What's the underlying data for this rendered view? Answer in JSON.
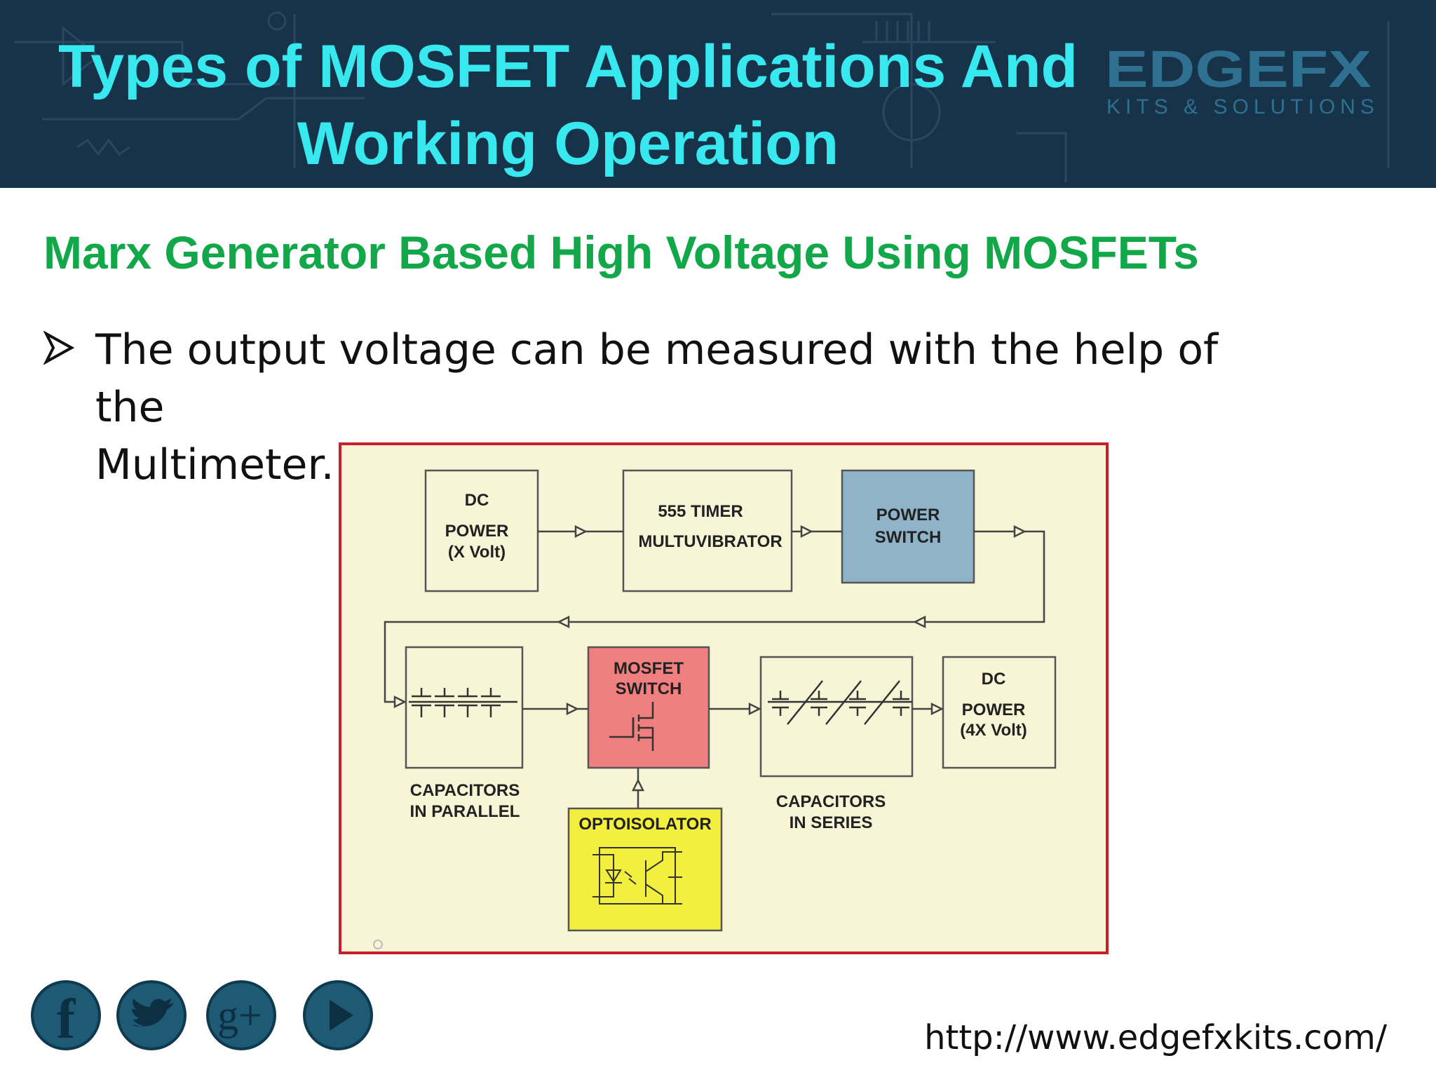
{
  "header": {
    "title_line1": "Types of MOSFET Applications And",
    "title_line2": "Working Operation",
    "logo_main": "EDGEFX",
    "logo_sub": "KITS & SOLUTIONS"
  },
  "subtitle": "Marx Generator Based High Voltage Using MOSFETs",
  "bullet": {
    "line1": "The output voltage can be measured with the help of the",
    "line2": "Multimeter."
  },
  "diagram": {
    "dc_power_in": [
      "DC",
      "POWER",
      "(X Volt)"
    ],
    "timer": [
      "555 TIMER",
      "MULTUVIBRATOR"
    ],
    "power_switch": [
      "POWER",
      "SWITCH"
    ],
    "mosfet_switch": [
      "MOSFET",
      "SWITCH"
    ],
    "dc_power_out": [
      "DC",
      "POWER",
      "(4X Volt)"
    ],
    "cap_parallel_label": [
      "CAPACITORS",
      "IN PARALLEL"
    ],
    "cap_series_label": [
      "CAPACITORS",
      "IN SERIES"
    ],
    "optoisolator": "OPTOISOLATOR",
    "colors": {
      "frame": "#c8202a",
      "background": "#f7f5d6",
      "power_switch": "#8fb3c8",
      "mosfet": "#f08080",
      "optoisolator": "#f2ef3e"
    }
  },
  "social": {
    "icons": [
      "facebook-icon",
      "twitter-icon",
      "google-plus-icon",
      "youtube-play-icon"
    ],
    "google_plus_glyph": "g+"
  },
  "footer_url": "http://www.edgefxkits.com/"
}
